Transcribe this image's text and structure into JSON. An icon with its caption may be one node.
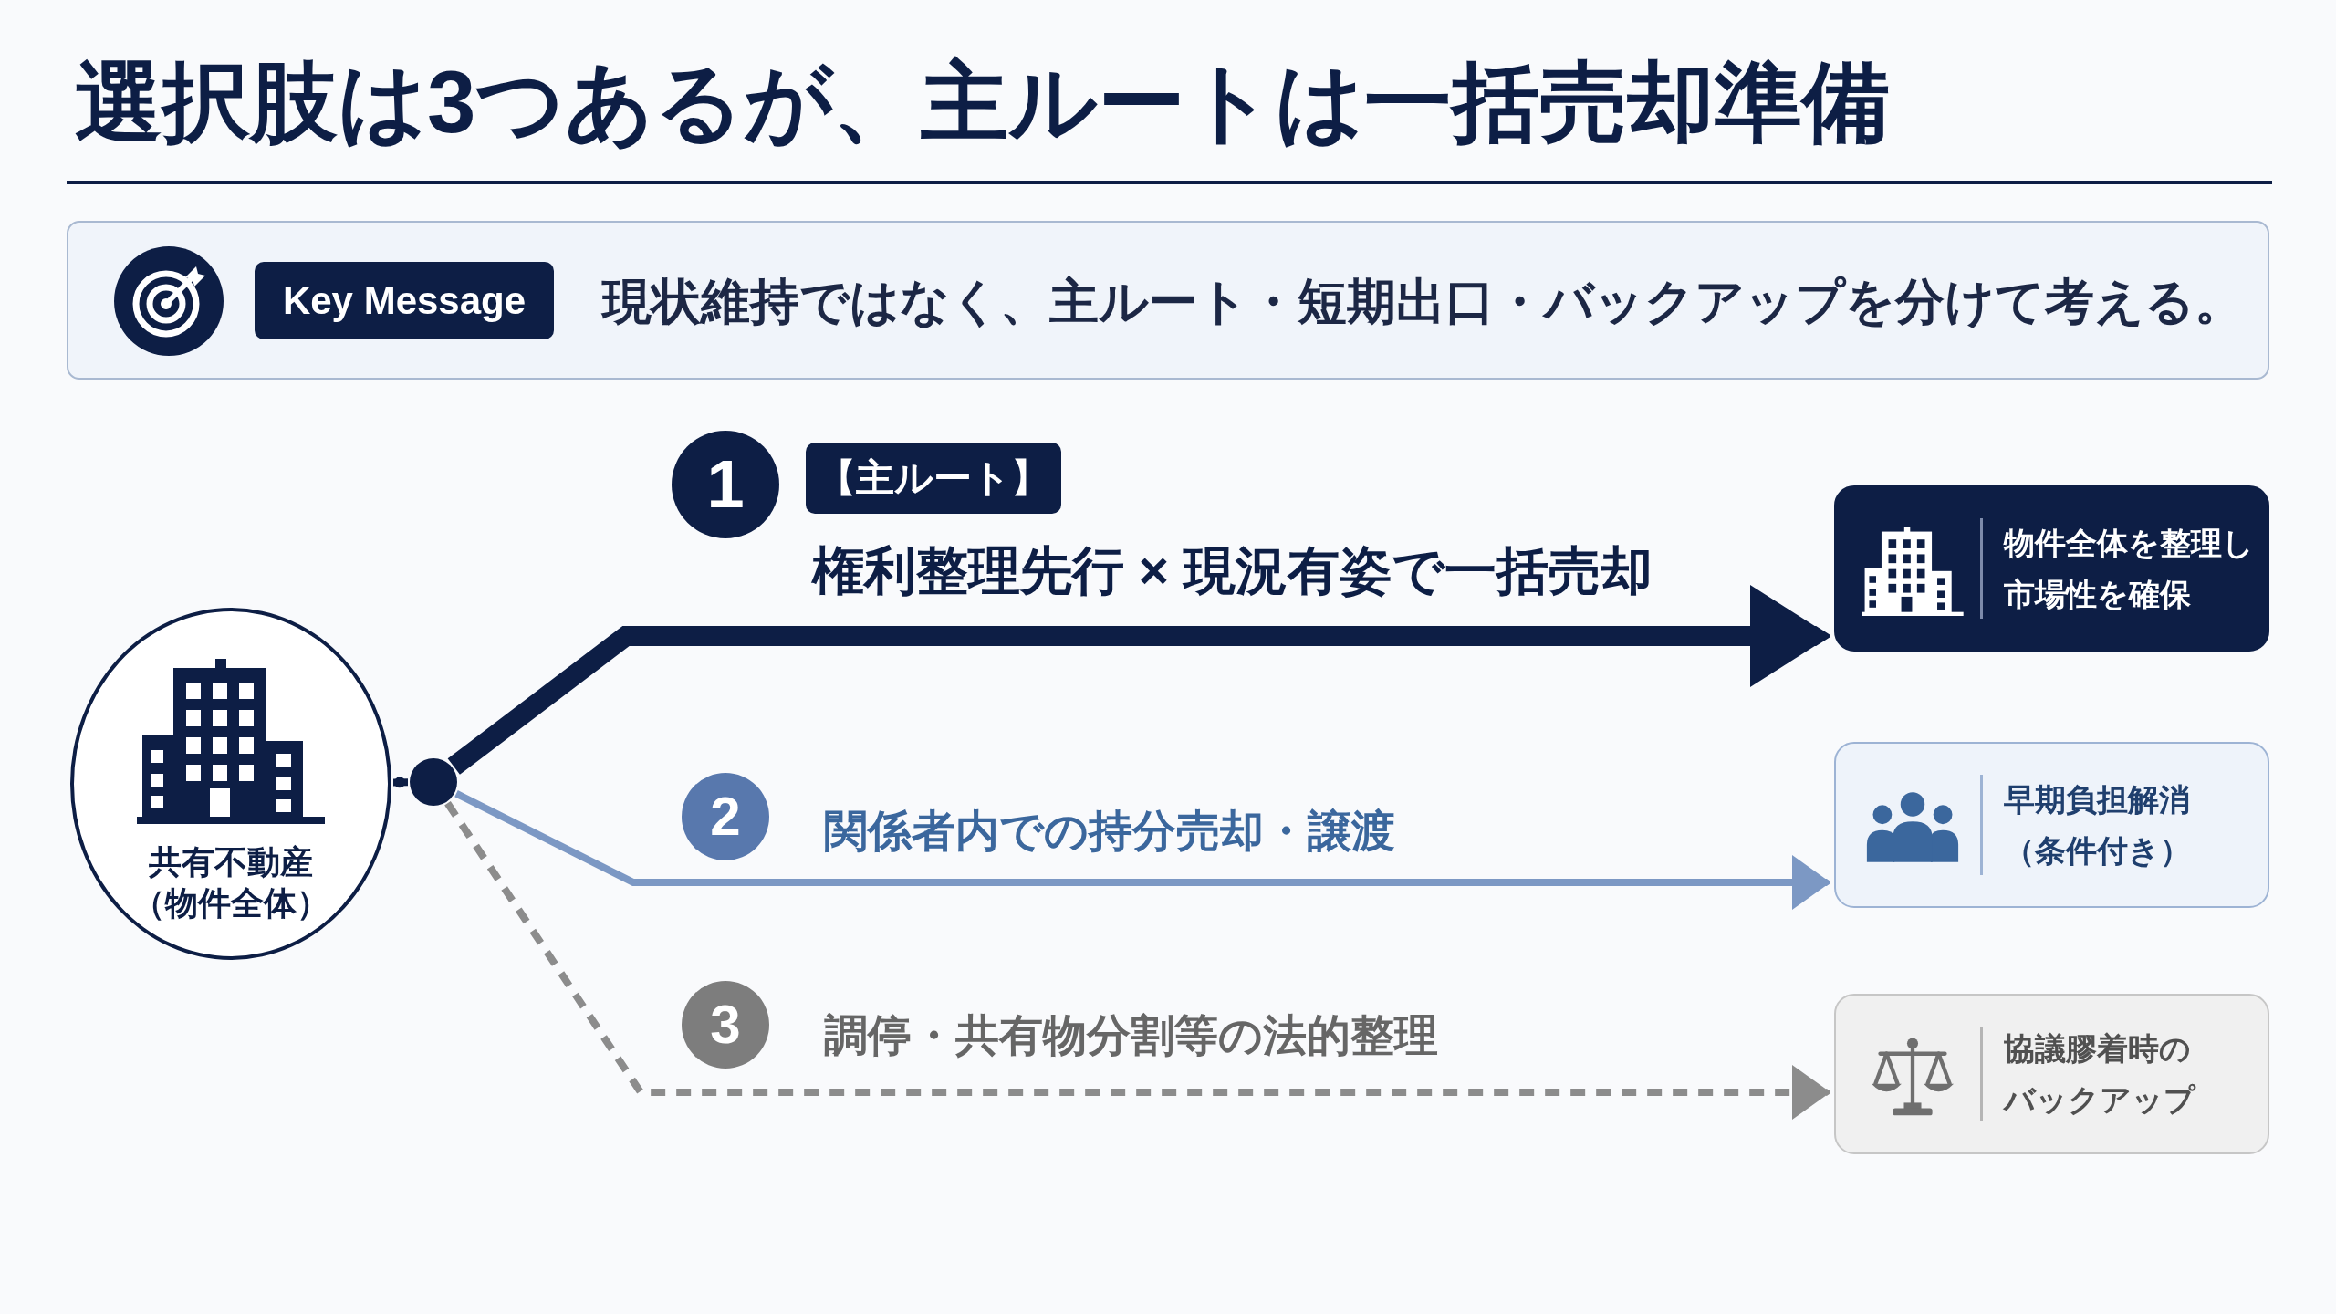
{
  "diagram": {
    "title": "選択肢は3つあるが、主ルートは一括売却準備",
    "nodes": [
      {
        "text": [
          "現状維持ではなく、主ルート・短期出口・バックアップを分けて考える。"
        ]
      },
      {
        "text": [
          "Key Message"
        ],
        "in": 0
      },
      {
        "text": [
          "1"
        ]
      },
      {
        "text": [
          "【主ルート】"
        ]
      },
      {
        "text": [
          "共有不動産（物件全体）"
        ]
      },
      {
        "text": [],
        "shape": "circle"
      },
      {
        "text": [
          "物件全体を整理し市場性を確保"
        ]
      },
      {
        "text": [
          "2"
        ]
      },
      {
        "text": [
          "早期負担解消（条件付き）"
        ]
      },
      {
        "text": [
          "3"
        ]
      },
      {
        "text": [
          "協議膠着時のバックアップ"
        ]
      }
    ],
    "edges": [
      {
        "from": 4,
        "to": 5,
        "arrow": "other"
      },
      {
        "from": 5,
        "to": 6,
        "arrow": "to",
        "label": "権利整理先行 × 現況有姿で一括売却",
        "style": "thick"
      },
      {
        "from": 5,
        "to": 8,
        "arrow": "to",
        "label": "関係者内での持分売却・譲渡",
        "color": "#7c98c4"
      },
      {
        "from": 5,
        "to": 10,
        "arrow": "to",
        "label": "調停・共有物分割等の法的整理",
        "style": "dashed",
        "color": "#8c8c8c"
      }
    ]
  }
}
